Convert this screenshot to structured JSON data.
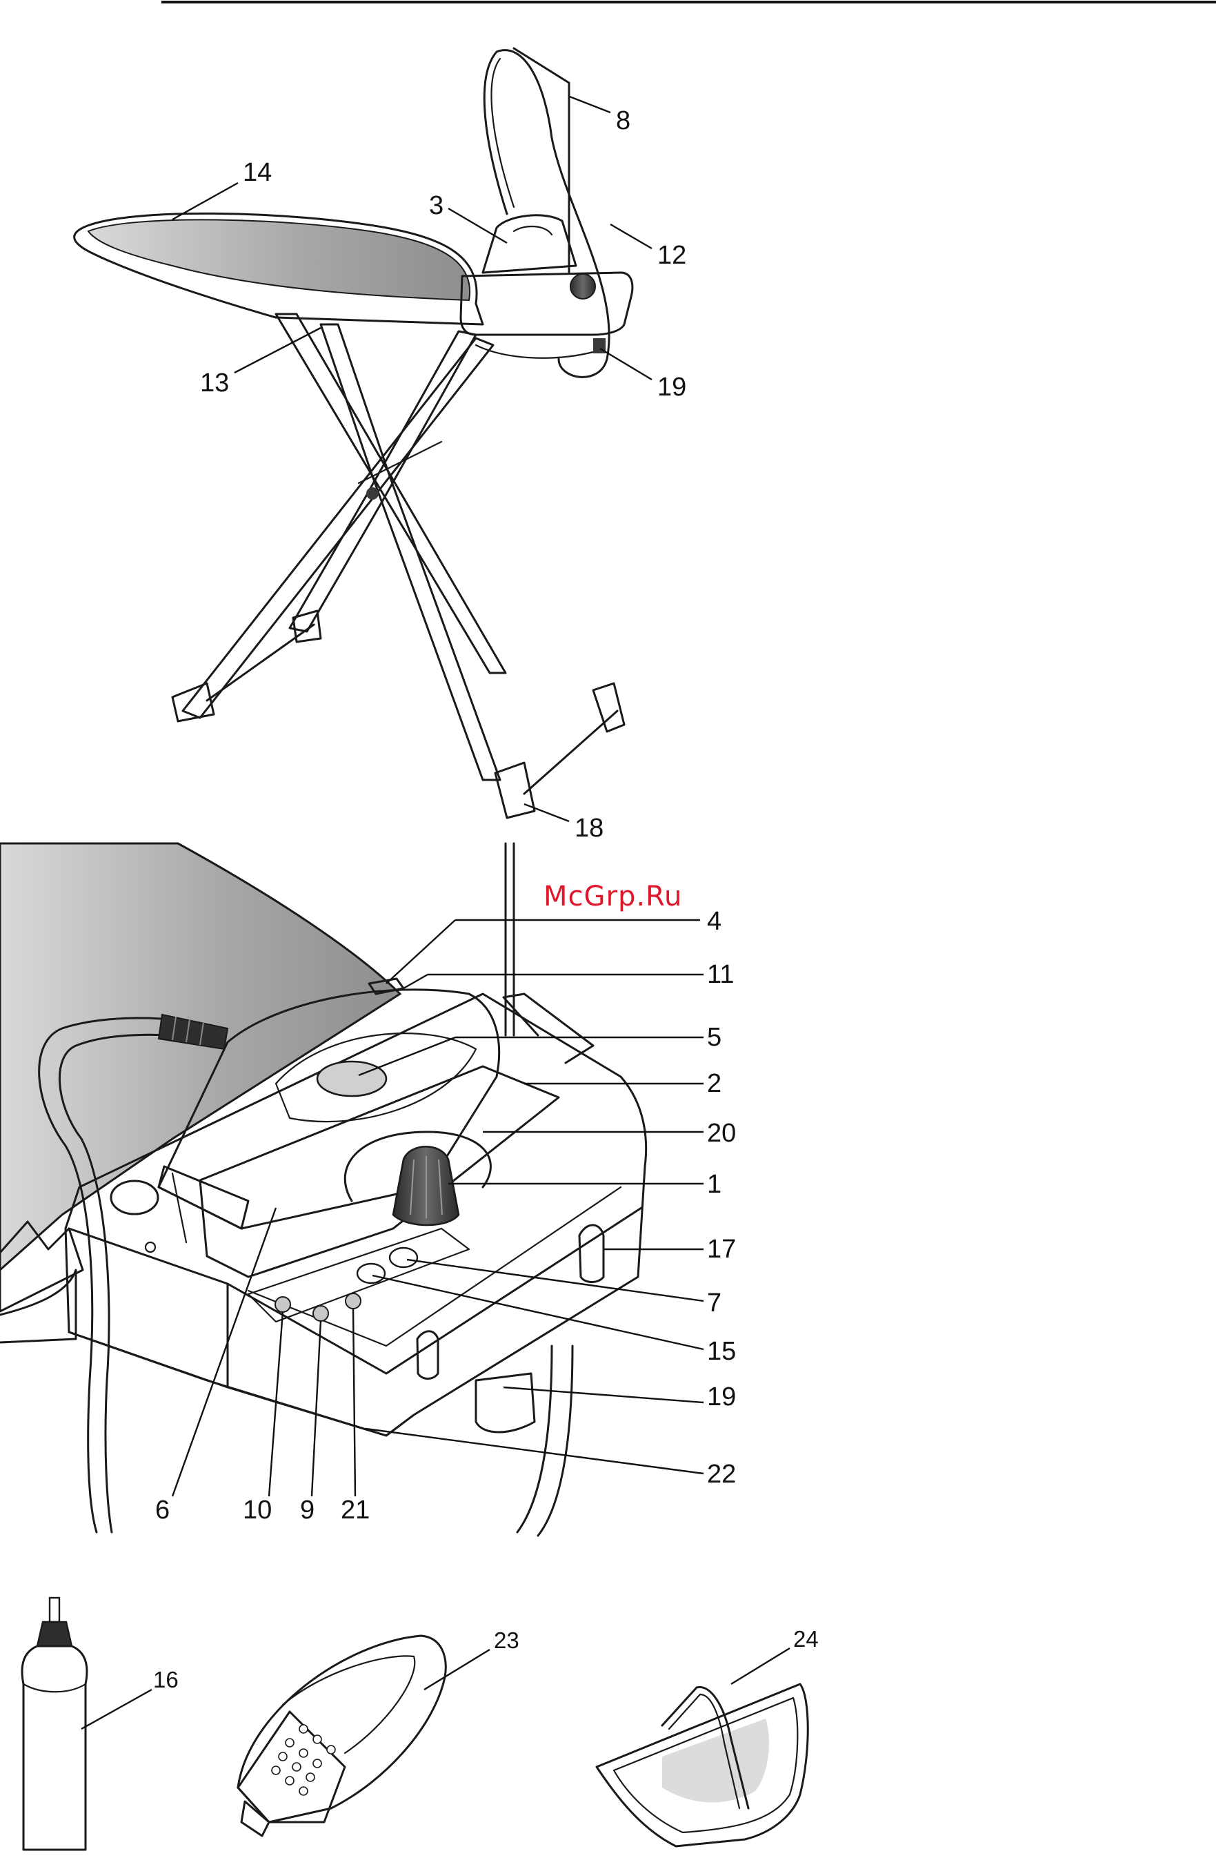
{
  "watermark": "McGrp.Ru",
  "colors": {
    "outline": "#1a1a1a",
    "board_cover": "#a9a9a9",
    "cover_light": "#dcdcdc",
    "base_body": "#f2f2f2",
    "dark_part": "#3a3a3a",
    "watermark": "#e0162b"
  },
  "figure1": {
    "labels": [
      "14",
      "3",
      "8",
      "12",
      "13",
      "19",
      "18"
    ]
  },
  "figure2": {
    "right_labels": [
      "4",
      "11",
      "5",
      "2",
      "20",
      "1",
      "17",
      "7",
      "15",
      "19",
      "22"
    ],
    "bottom_labels": [
      "6",
      "10",
      "9",
      "21"
    ]
  },
  "figure3": {
    "labels": [
      "16",
      "23",
      "24"
    ]
  },
  "icons": [
    "ironing-board",
    "steam-iron",
    "steam-station-base",
    "water-bottle",
    "iron-rest",
    "iron-shoe"
  ]
}
